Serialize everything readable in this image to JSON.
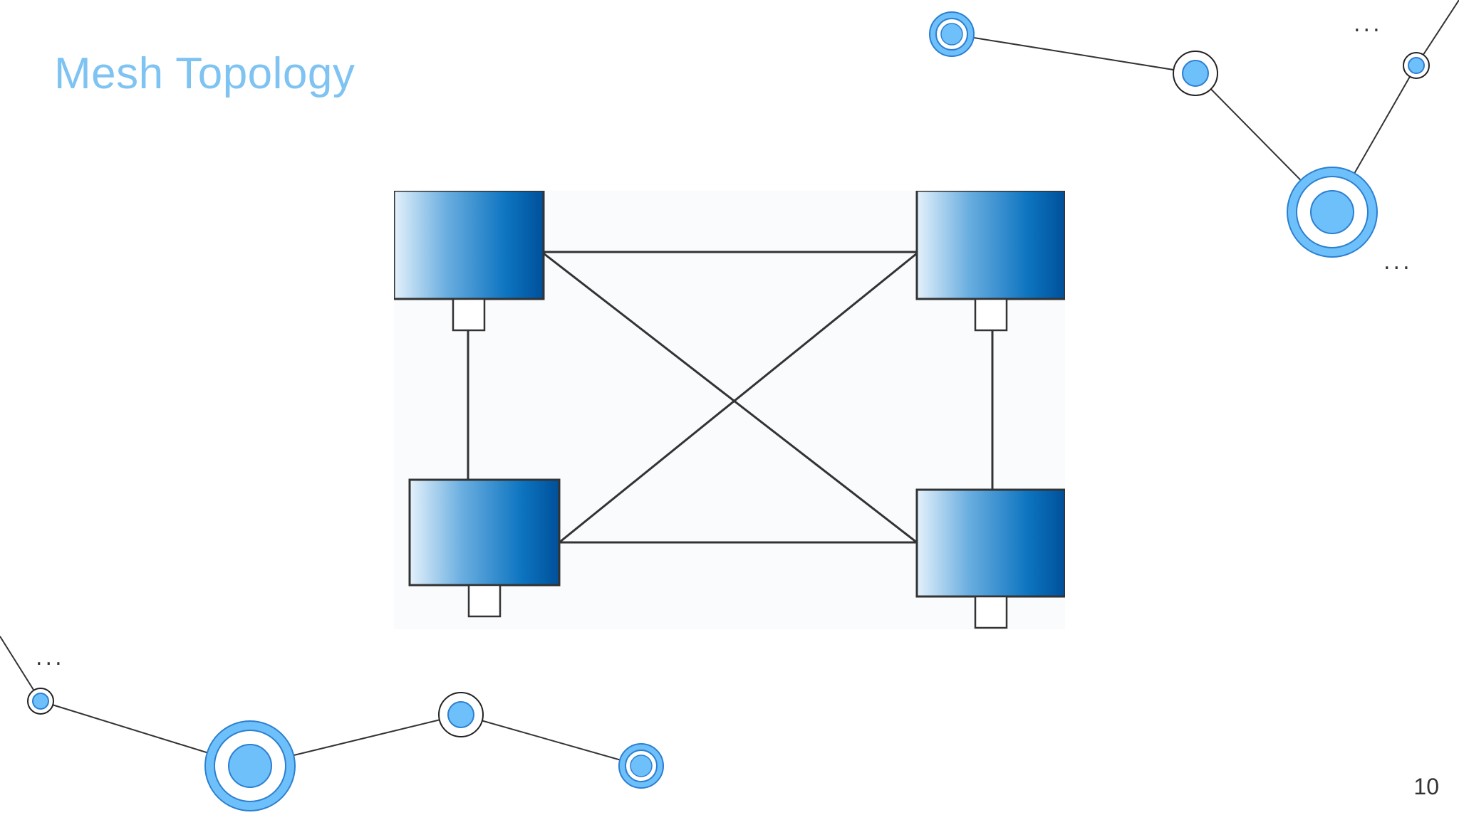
{
  "slide": {
    "title": "Mesh Topology",
    "page_number": "10"
  },
  "decor": {
    "ellipsis": "...",
    "accent_color": "#6ec0fa",
    "ring_color": "#2c7fd0",
    "line_color": "#333333"
  },
  "diagram": {
    "nodes": [
      {
        "id": "node-top-left",
        "label": ""
      },
      {
        "id": "node-top-right",
        "label": ""
      },
      {
        "id": "node-bottom-left",
        "label": ""
      },
      {
        "id": "node-bottom-right",
        "label": ""
      }
    ],
    "links": [
      [
        "node-top-left",
        "node-top-right"
      ],
      [
        "node-top-left",
        "node-bottom-left"
      ],
      [
        "node-top-left",
        "node-bottom-right"
      ],
      [
        "node-top-right",
        "node-bottom-left"
      ],
      [
        "node-top-right",
        "node-bottom-right"
      ],
      [
        "node-bottom-left",
        "node-bottom-right"
      ]
    ],
    "node_gradient": [
      "#e4f1fb",
      "#6aaee0",
      "#0d74c0",
      "#00509a"
    ]
  }
}
